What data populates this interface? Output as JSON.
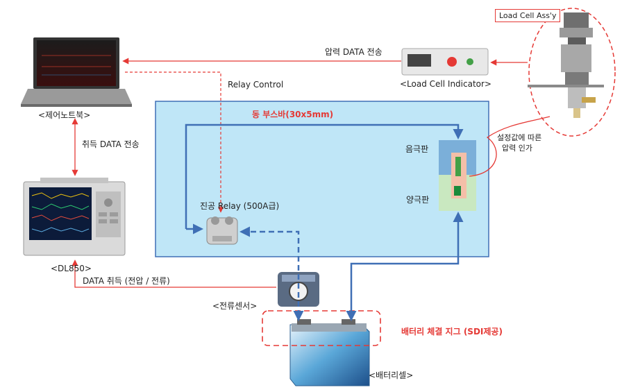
{
  "labels": {
    "load_cell_assy": "Load Cell Ass'y",
    "pressure_data_tx": "압력 DATA 전송",
    "load_cell_indicator": "<Load Cell Indicator>",
    "relay_control": "Relay Control",
    "control_laptop": "<제어노트북>",
    "acquired_data_tx": "취득 DATA 전송",
    "copper_busbar": "동 부스바(30x5mm)",
    "neg_plate": "음극판",
    "pos_plate": "양극판",
    "set_pressure": "설정값에 따른",
    "apply_pressure": "압력 인가",
    "relay": "진공 Relay (500A급)",
    "dl850": "<DL850>",
    "data_acq": "DATA 취득 (전압 / 전류)",
    "current_sensor": "<전류센서>",
    "jig": "배터리 체결 지그 (SDI제공)",
    "battery_cell": "<배터리셀>"
  },
  "colors": {
    "arrow_red": "#e53935",
    "arrow_blue": "#3f6fb5",
    "panel_fill": "#bfe6f7",
    "panel_border": "#3f6fb5",
    "neg_plate": "#7bafd9",
    "pos_plate": "#c9e8c0"
  },
  "icons": [
    "laptop-icon",
    "load-cell-icon",
    "indicator-icon",
    "relay-icon",
    "dl850-icon",
    "current-sensor-icon",
    "battery-cell-icon"
  ]
}
